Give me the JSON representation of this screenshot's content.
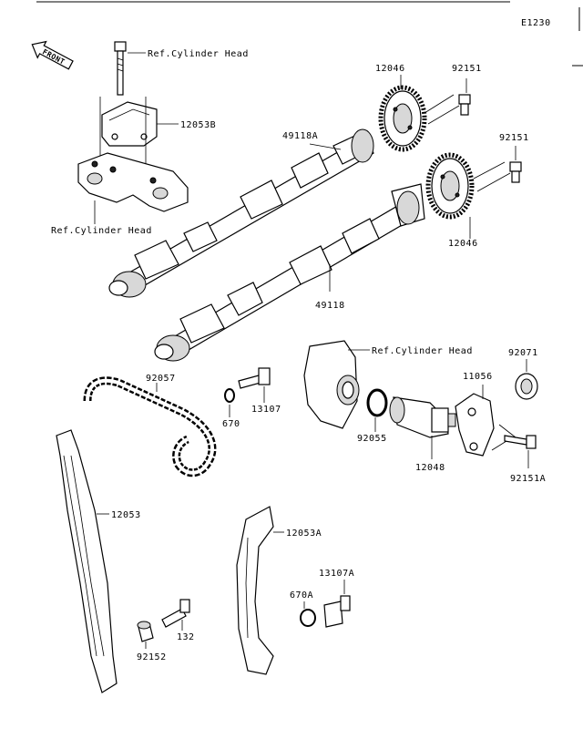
{
  "diagram": {
    "code": "E1230",
    "front_label": "FRONT",
    "labels": {
      "ref_cyl_head_top": "Ref.Cylinder Head",
      "p12053B": "12053B",
      "ref_cyl_head_left": "Ref.Cylinder Head",
      "p12046_top": "12046",
      "p92151_top": "92151",
      "p49118A": "49118A",
      "p92151_mid": "92151",
      "p12046_mid": "12046",
      "p49118": "49118",
      "ref_cyl_head_right": "Ref.Cylinder Head",
      "p92071": "92071",
      "p92057": "92057",
      "p11056": "11056",
      "p670": "670",
      "p13107": "13107",
      "p92055": "92055",
      "p12048": "12048",
      "p92151A": "92151A",
      "p12053": "12053",
      "p12053A": "12053A",
      "p13107A": "13107A",
      "p670A": "670A",
      "p132": "132",
      "p92152": "92152"
    }
  }
}
